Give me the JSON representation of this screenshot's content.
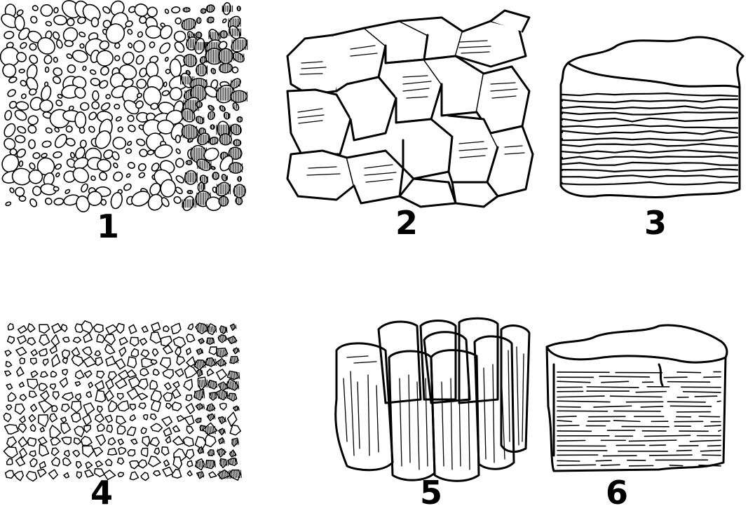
{
  "figure": {
    "panels": [
      {
        "id": "p1",
        "label": "1",
        "icon": "granular-rounded-aggregate-icon"
      },
      {
        "id": "p2",
        "label": "2",
        "icon": "blocky-angular-aggregate-icon"
      },
      {
        "id": "p3",
        "label": "3",
        "icon": "platy-layered-aggregate-icon"
      },
      {
        "id": "p4",
        "label": "4",
        "icon": "crumb-angular-aggregate-icon"
      },
      {
        "id": "p5",
        "label": "5",
        "icon": "columnar-aggregate-icon"
      },
      {
        "id": "p6",
        "label": "6",
        "icon": "massive-platy-block-icon"
      }
    ],
    "colors": {
      "ink": "#000000",
      "paper": "#ffffff"
    }
  }
}
